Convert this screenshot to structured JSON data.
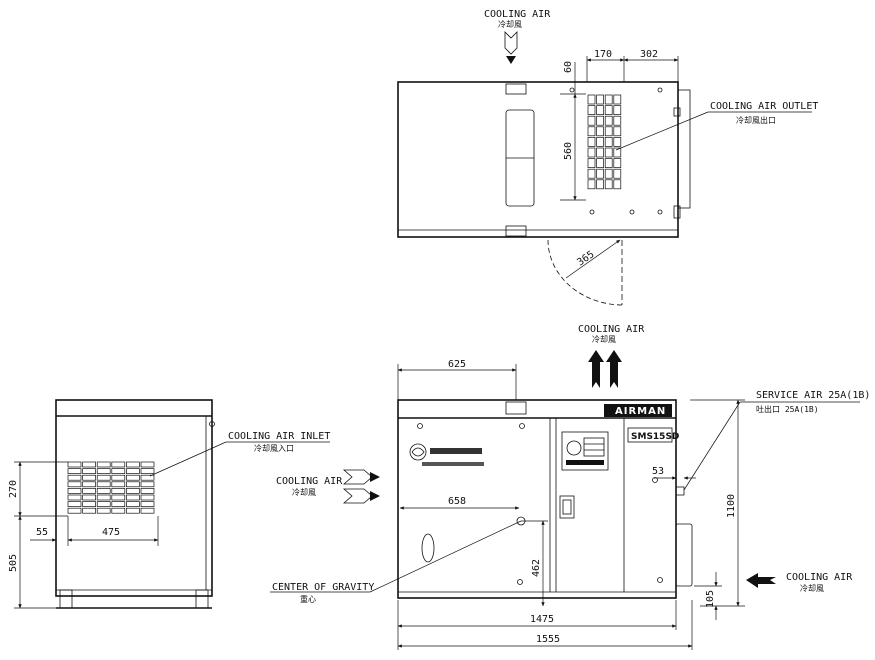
{
  "labels": {
    "cooling_air": "COOLING AIR",
    "cooling_air_jp": "冷却風",
    "cooling_air_outlet": "COOLING AIR OUTLET",
    "cooling_air_outlet_jp": "冷却風出口",
    "cooling_air_inlet": "COOLING AIR INLET",
    "cooling_air_inlet_jp": "冷却風入口",
    "service_air": "SERVICE AIR 25A(1B)",
    "service_air_jp": "吐出口 25A(1B)",
    "center_of_gravity": "CENTER OF GRAVITY",
    "center_of_gravity_jp": "重心",
    "brand": "AIRMAN",
    "model": "SMS15SD"
  },
  "dimensions": {
    "top_170": "170",
    "top_302": "302",
    "top_60": "60",
    "top_560": "560",
    "door_365": "365",
    "front_625": "625",
    "front_658": "658",
    "front_53": "53",
    "front_462": "462",
    "front_1100": "1100",
    "front_105": "105",
    "front_1475": "1475",
    "front_1555": "1555",
    "side_270": "270",
    "side_55": "55",
    "side_475": "475",
    "side_505": "505"
  }
}
